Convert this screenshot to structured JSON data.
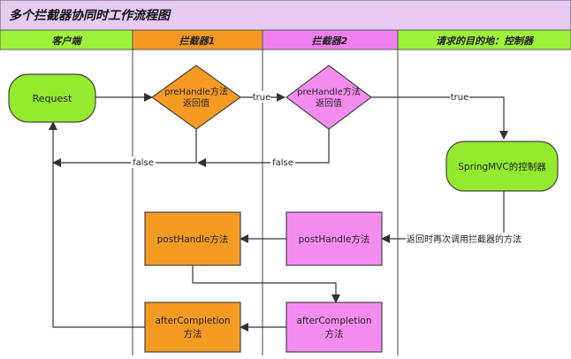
{
  "title": "多个拦截器协同时工作流程图",
  "lanes": [
    "客户端",
    "拦截器1",
    "拦截器2",
    "请求的目的地：控制器"
  ],
  "nodes": {
    "request": "Request",
    "decision1_line1": "preHandle方法",
    "decision1_line2": "返回值",
    "decision2_line1": "preHandle方法",
    "decision2_line2": "返回值",
    "controller": "SpringMVC的控制器",
    "post1": "postHandle方法",
    "post2": "postHandle方法",
    "after1_line1": "afterCompletion",
    "after1_line2": "方法",
    "after2_line1": "afterCompletion",
    "after2_line2": "方法"
  },
  "edges": {
    "true1": "true",
    "true2": "true",
    "false1": "false",
    "false2": "false",
    "return_note": "返回时再次调用拦截器的方法"
  },
  "colors": {
    "title_bg": "#e7cbf4",
    "header_bg": "#9ef23a",
    "lane1_bg": "#f59a23",
    "lane2_bg": "#f27ff0",
    "green_node": "#94ea2e",
    "orange_node": "#f59a23",
    "pink_node": "#f58df0"
  }
}
